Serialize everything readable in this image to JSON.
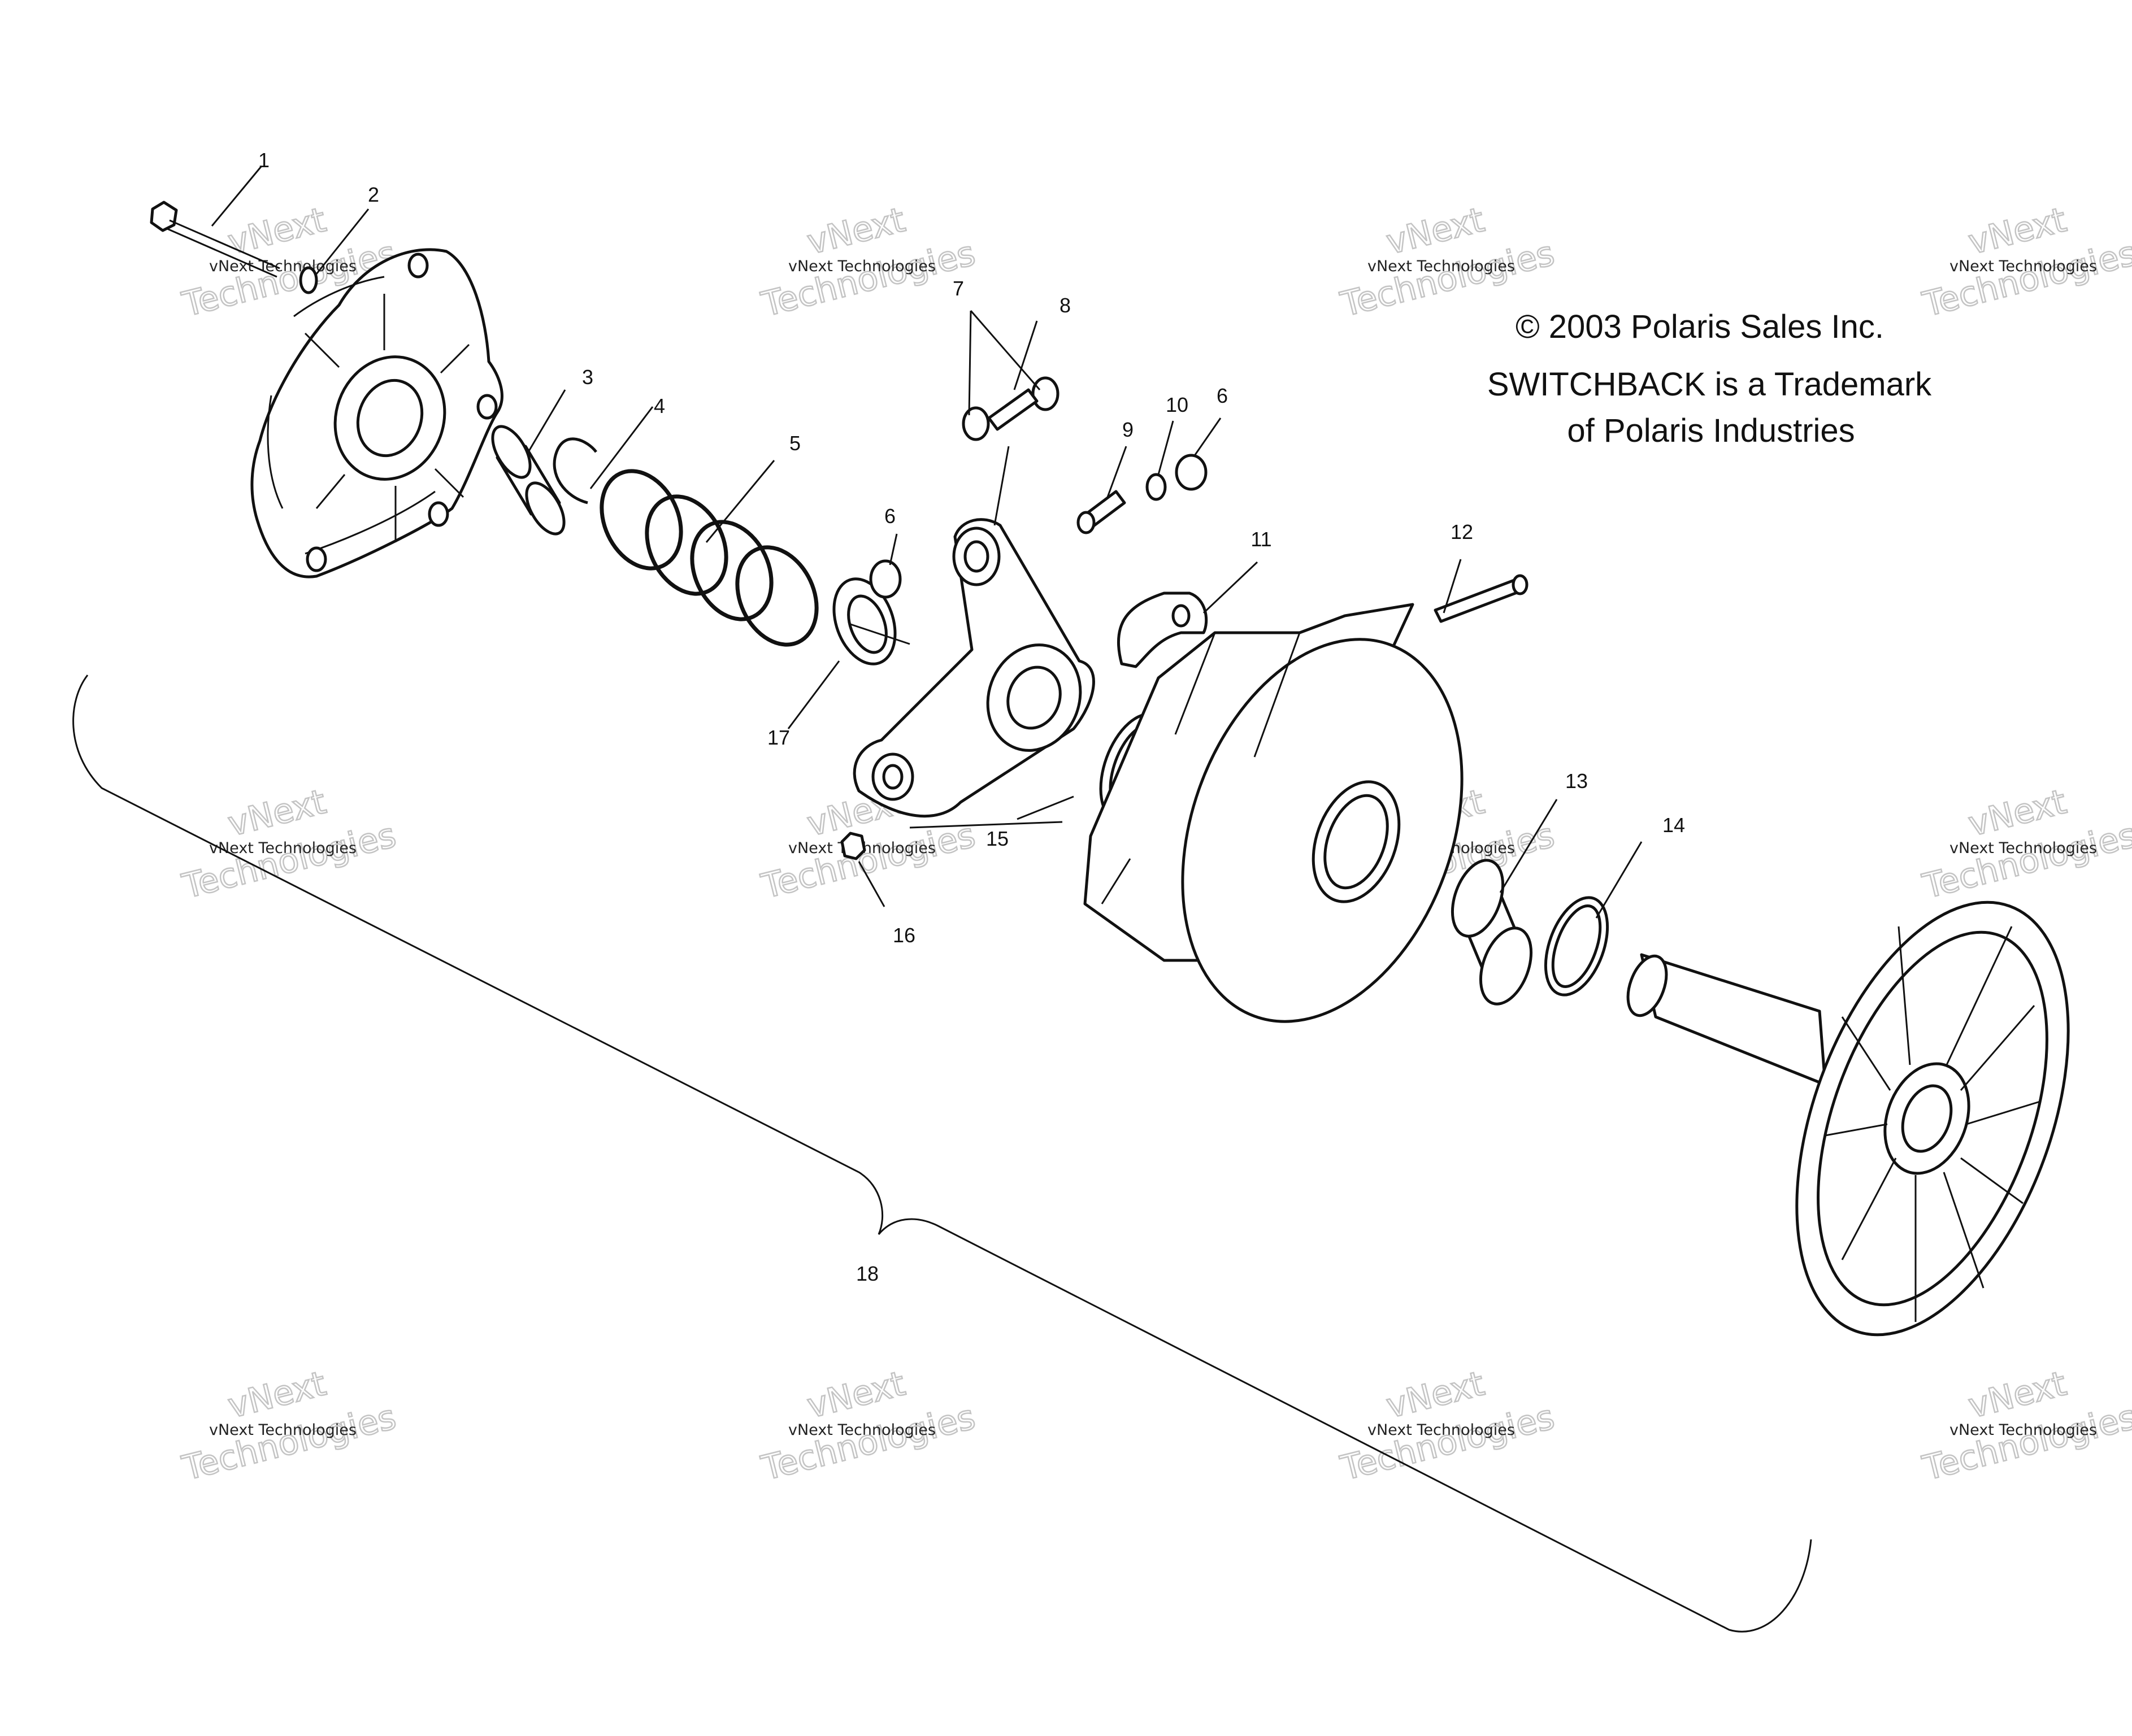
{
  "copyright": "© 2003 Polaris Sales Inc.",
  "trademark_line1": "SWITCHBACK is a Trademark",
  "trademark_line2": "of Polaris Industries",
  "watermark_brand": "vNext",
  "watermark_text": "vNext Technologies",
  "watermark_big": "Technologies",
  "callouts": [
    "1",
    "2",
    "3",
    "4",
    "5",
    "6",
    "7",
    "8",
    "9",
    "10",
    "6",
    "11",
    "12",
    "13",
    "14",
    "15",
    "16",
    "17",
    "18"
  ],
  "colors": {
    "ink": "#111111",
    "background": "#ffffff",
    "watermark": "#c4c4c4"
  }
}
